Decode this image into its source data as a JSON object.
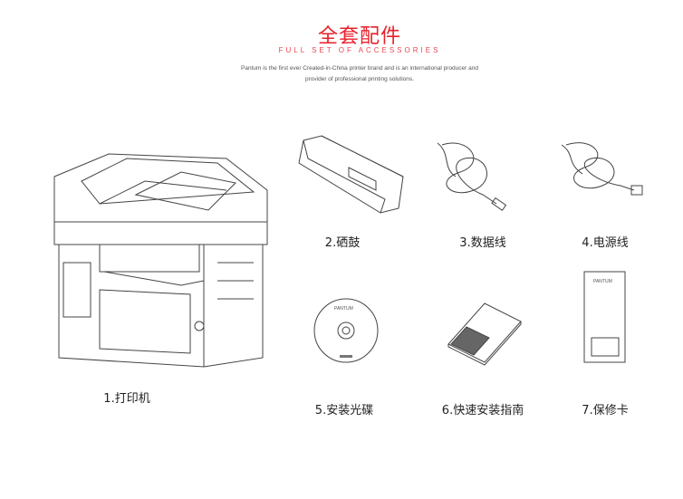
{
  "header": {
    "title": "全套配件",
    "subtitle": "FULL SET OF ACCESSORIES",
    "description_line1": "Pantum is the first ever Created-in-China printer brand and is an international producer and",
    "description_line2": "provider of professional printing solutions."
  },
  "items": [
    {
      "label": "1.打印机",
      "icon": "printer"
    },
    {
      "label": "2.硒鼓",
      "icon": "toner-cartridge"
    },
    {
      "label": "3.数据线",
      "icon": "usb-cable"
    },
    {
      "label": "4.电源线",
      "icon": "power-cord"
    },
    {
      "label": "5.安装光碟",
      "icon": "installation-cd"
    },
    {
      "label": "6.快速安装指南",
      "icon": "quick-guide"
    },
    {
      "label": "7.保修卡",
      "icon": "warranty-card"
    }
  ],
  "brand_text": "PANTUM",
  "colors": {
    "accent": "#e8202a"
  }
}
